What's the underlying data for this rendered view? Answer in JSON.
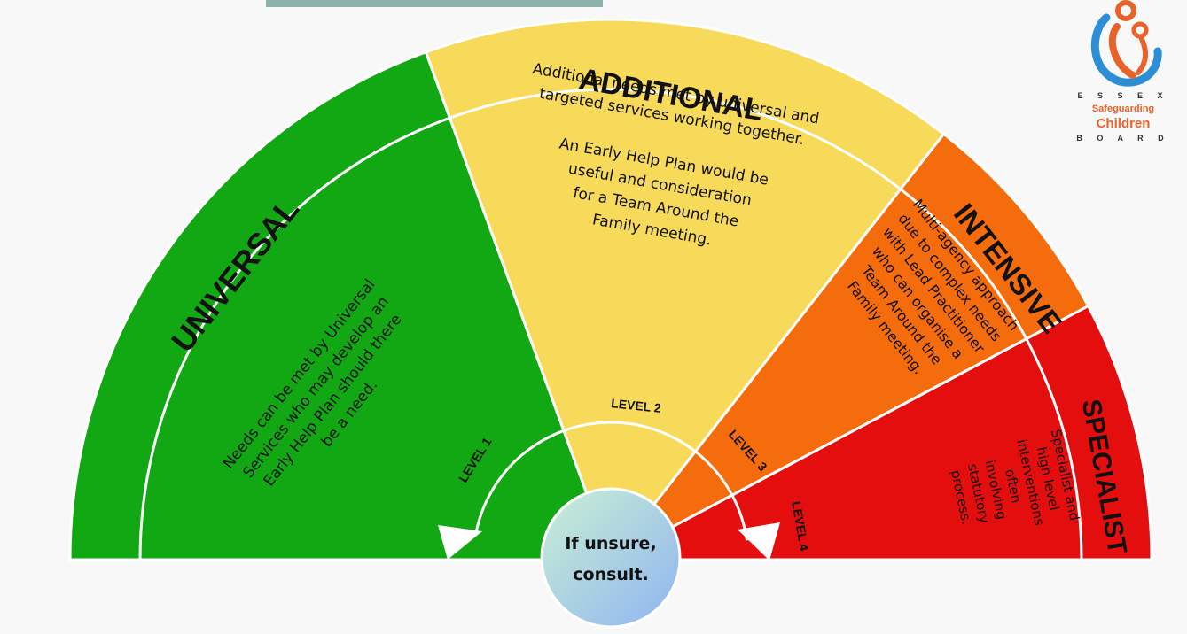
{
  "colors": {
    "universal": "#12a814",
    "additional": "#f8da5a",
    "intensive": "#f46c0c",
    "specialist": "#e40e0e",
    "circle_start": "#c9f0d2",
    "circle_end": "#8fb4f2"
  },
  "segments": [
    {
      "id": "universal",
      "title": "UNIVERSAL",
      "text": [
        "Needs can be met by Universal",
        "Services who may develop an",
        "Early Help Plan should there",
        "be a need."
      ],
      "level": "LEVEL 1"
    },
    {
      "id": "additional",
      "title": "ADDITIONAL",
      "text": [
        "Additional needs met by universal and",
        "targeted services working together.",
        "",
        "An Early Help Plan would be",
        "useful and consideration",
        "for a Team Around the",
        "Family meeting."
      ],
      "level": "LEVEL 2"
    },
    {
      "id": "intensive",
      "title": "INTENSIVE",
      "text": [
        "Multi-agency approach",
        "due to complex needs",
        "with Lead Practitioner",
        "who can organise a",
        "Team Around the",
        "Family meeting."
      ],
      "level": "LEVEL 3"
    },
    {
      "id": "specialist",
      "title": "SPECIALIST",
      "text": [
        "Specialist and",
        "high level",
        "interventions",
        "often",
        "involving",
        "statutory",
        "process."
      ],
      "level": "LEVEL 4"
    }
  ],
  "center": {
    "line1": "If unsure,",
    "line2": "consult."
  },
  "logo": {
    "line1": "E S S E X",
    "line2": "Safeguarding",
    "line3": "Children",
    "line4": "B O A R D",
    "icon": "family-figures-icon"
  }
}
